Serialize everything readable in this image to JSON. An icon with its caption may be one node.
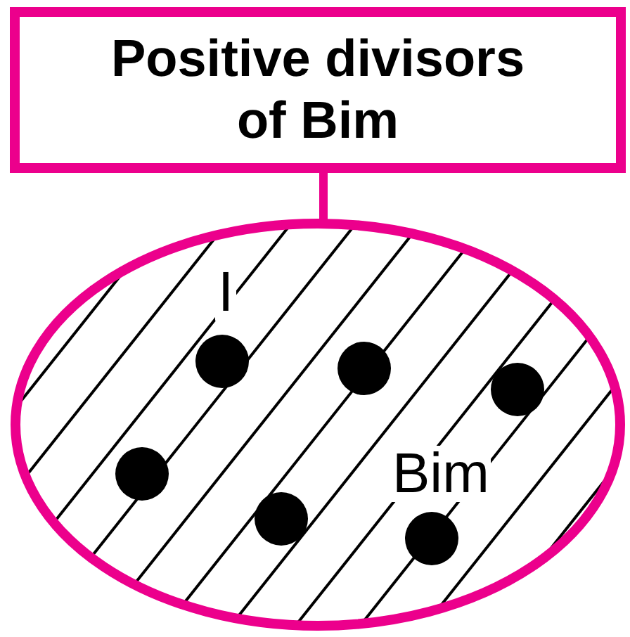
{
  "diagram": {
    "nodes": [
      {
        "text": [
          "Positive divisors of Bim"
        ]
      },
      {
        "text": [],
        "shape": "ellipse"
      }
    ],
    "edges": [
      {
        "from": 0,
        "to": 1,
        "arrow": "none"
      }
    ],
    "labels": [
      "I",
      "Bim"
    ]
  }
}
